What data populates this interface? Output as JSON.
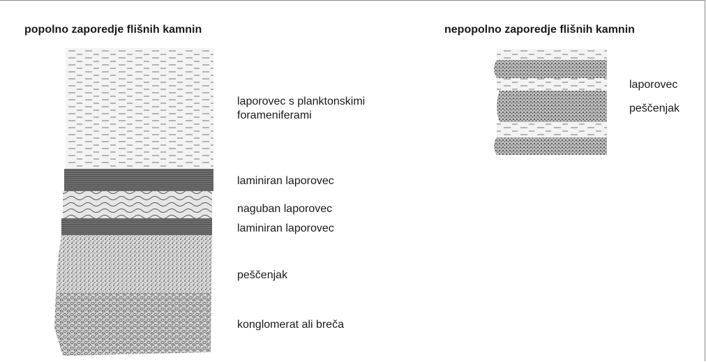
{
  "complete": {
    "heading": "popolno zaporedje flišnih kamnin",
    "layers": [
      {
        "id": "marl-plankton",
        "label_lines": [
          "laporovec s planktonskimi",
          "forameniferami"
        ]
      },
      {
        "id": "laminated-marl-upper",
        "label": "laminiran laporovec"
      },
      {
        "id": "folded-marl",
        "label": "naguban laporovec"
      },
      {
        "id": "laminated-marl-lower",
        "label": "laminiran laporovec"
      },
      {
        "id": "sandstone",
        "label": "peščenjak"
      },
      {
        "id": "conglomerate",
        "label": "konglomerat ali breča"
      }
    ]
  },
  "incomplete": {
    "heading": "nepopolno zaporedje flišnih kamnin",
    "layers": [
      {
        "id": "marl",
        "label": "laporovec"
      },
      {
        "id": "sandstone",
        "label": "peščenjak"
      }
    ]
  }
}
